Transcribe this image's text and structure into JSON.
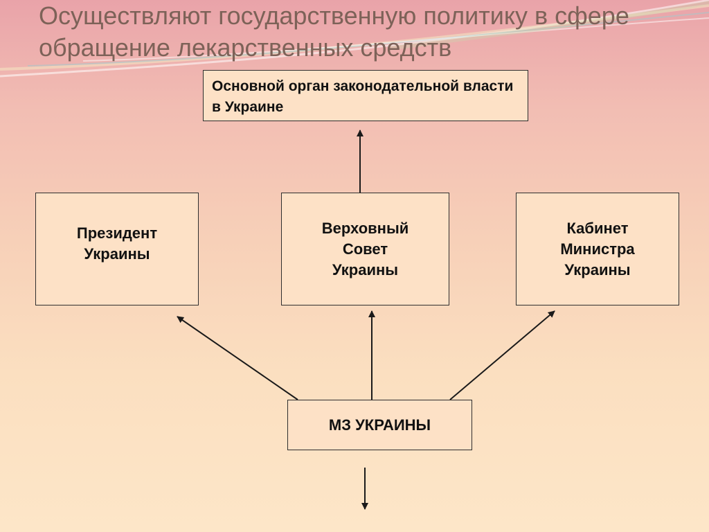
{
  "title": "Осуществляют государственную политику в сфере обращение лекарственных средств",
  "diagram": {
    "top_box": "Основной орган законодательной власти в Украине",
    "president_box": [
      "Президент",
      "Украины"
    ],
    "council_box": [
      "Верховный",
      "Совет",
      "Украины"
    ],
    "cabinet_box": [
      "Кабинет",
      "Министра",
      "Украины"
    ],
    "ministry_box": "МЗ УКРАИНЫ"
  },
  "colors": {
    "background_top": "#e9a3a9",
    "background_bottom": "#fde6c8",
    "box_fill": "#fde1c6",
    "title_text": "#7d6258",
    "line": "#1a1a1a"
  }
}
